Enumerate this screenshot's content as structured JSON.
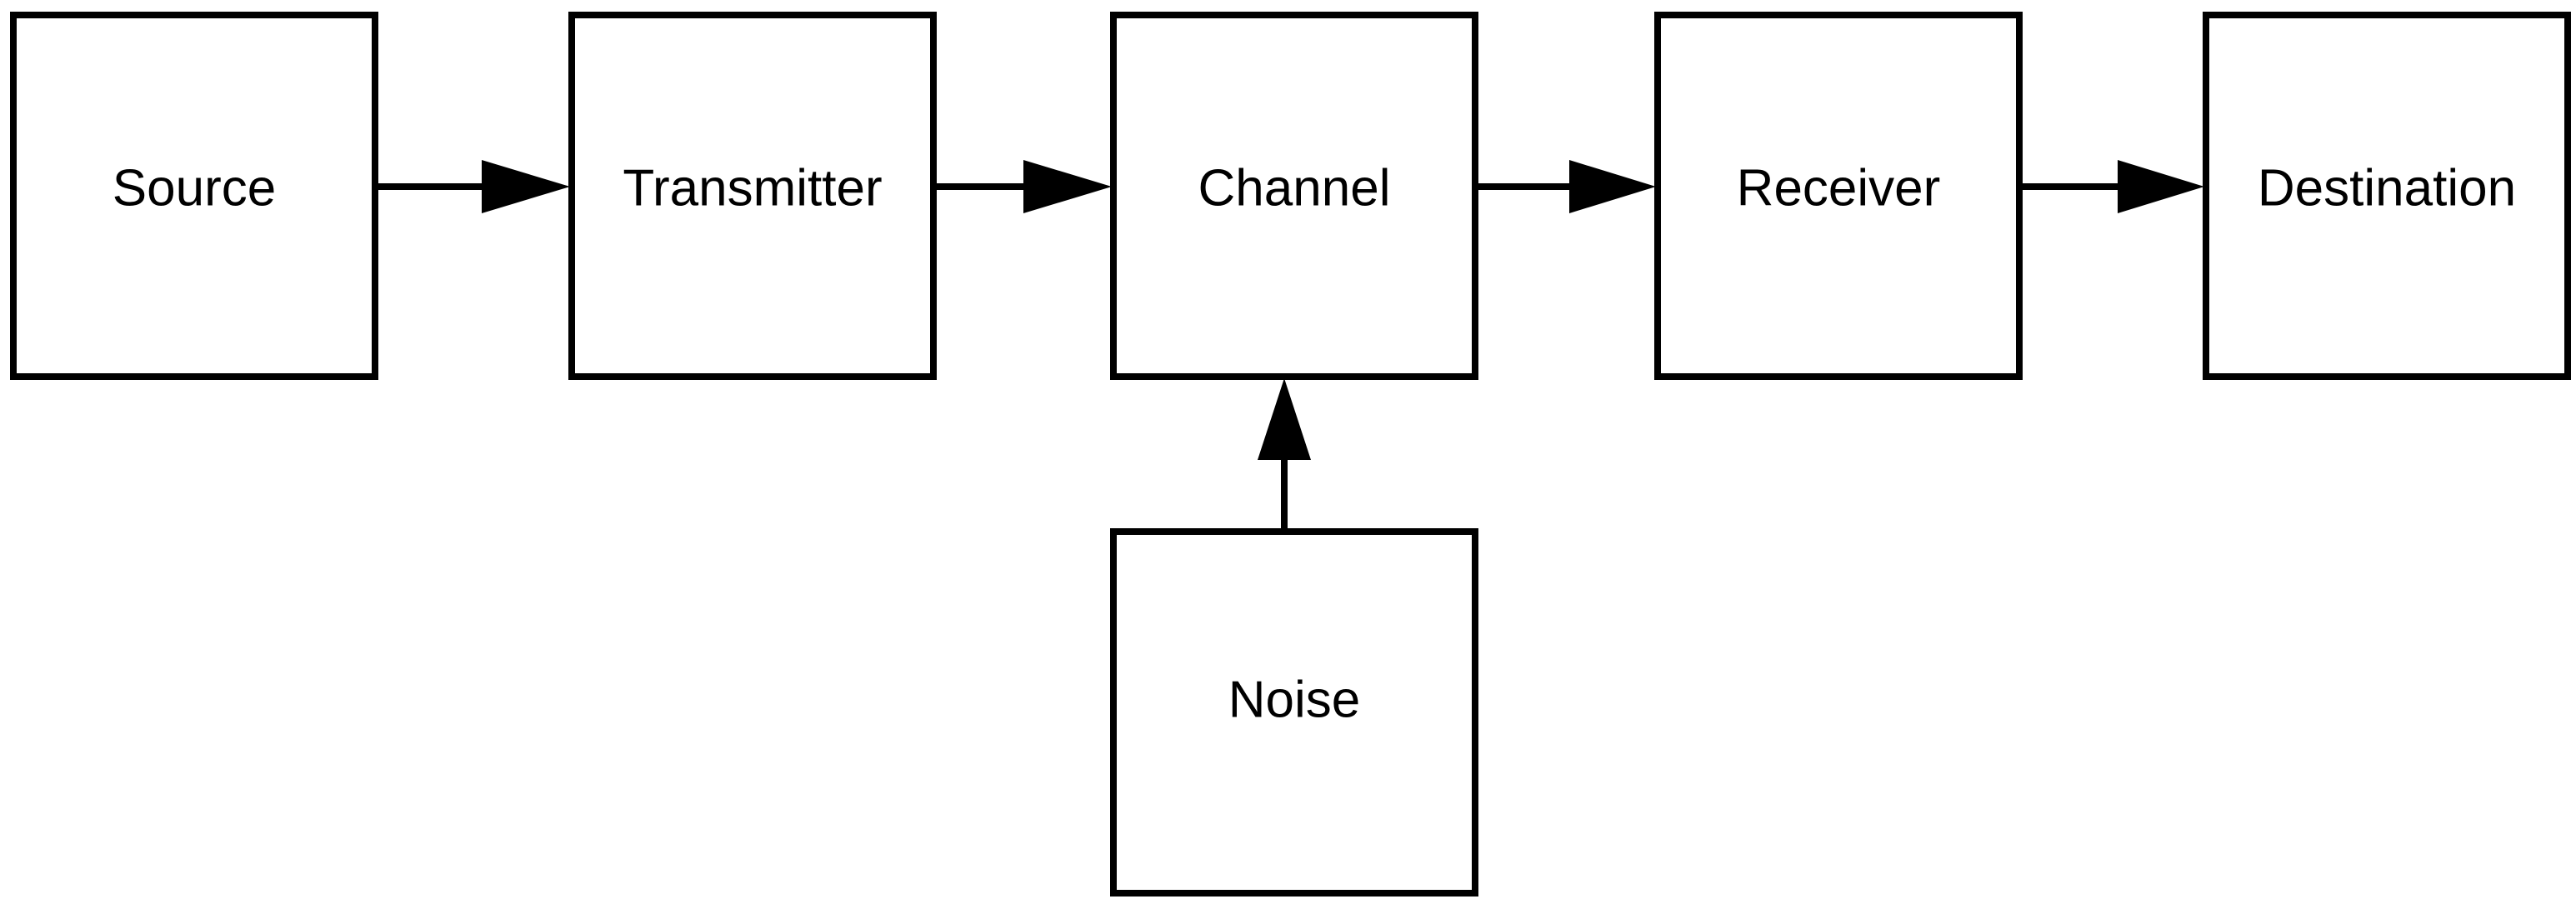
{
  "diagram": {
    "nodes": {
      "source": {
        "label": "Source"
      },
      "transmitter": {
        "label": "Transmitter"
      },
      "channel": {
        "label": "Channel"
      },
      "receiver": {
        "label": "Receiver"
      },
      "destination": {
        "label": "Destination"
      },
      "noise": {
        "label": "Noise"
      }
    },
    "edges": [
      {
        "from": "Source",
        "to": "Transmitter"
      },
      {
        "from": "Transmitter",
        "to": "Channel"
      },
      {
        "from": "Channel",
        "to": "Receiver"
      },
      {
        "from": "Receiver",
        "to": "Destination"
      },
      {
        "from": "Noise",
        "to": "Channel"
      }
    ],
    "colors": {
      "stroke": "#000000",
      "fill": "#ffffff",
      "text": "#000000"
    }
  }
}
